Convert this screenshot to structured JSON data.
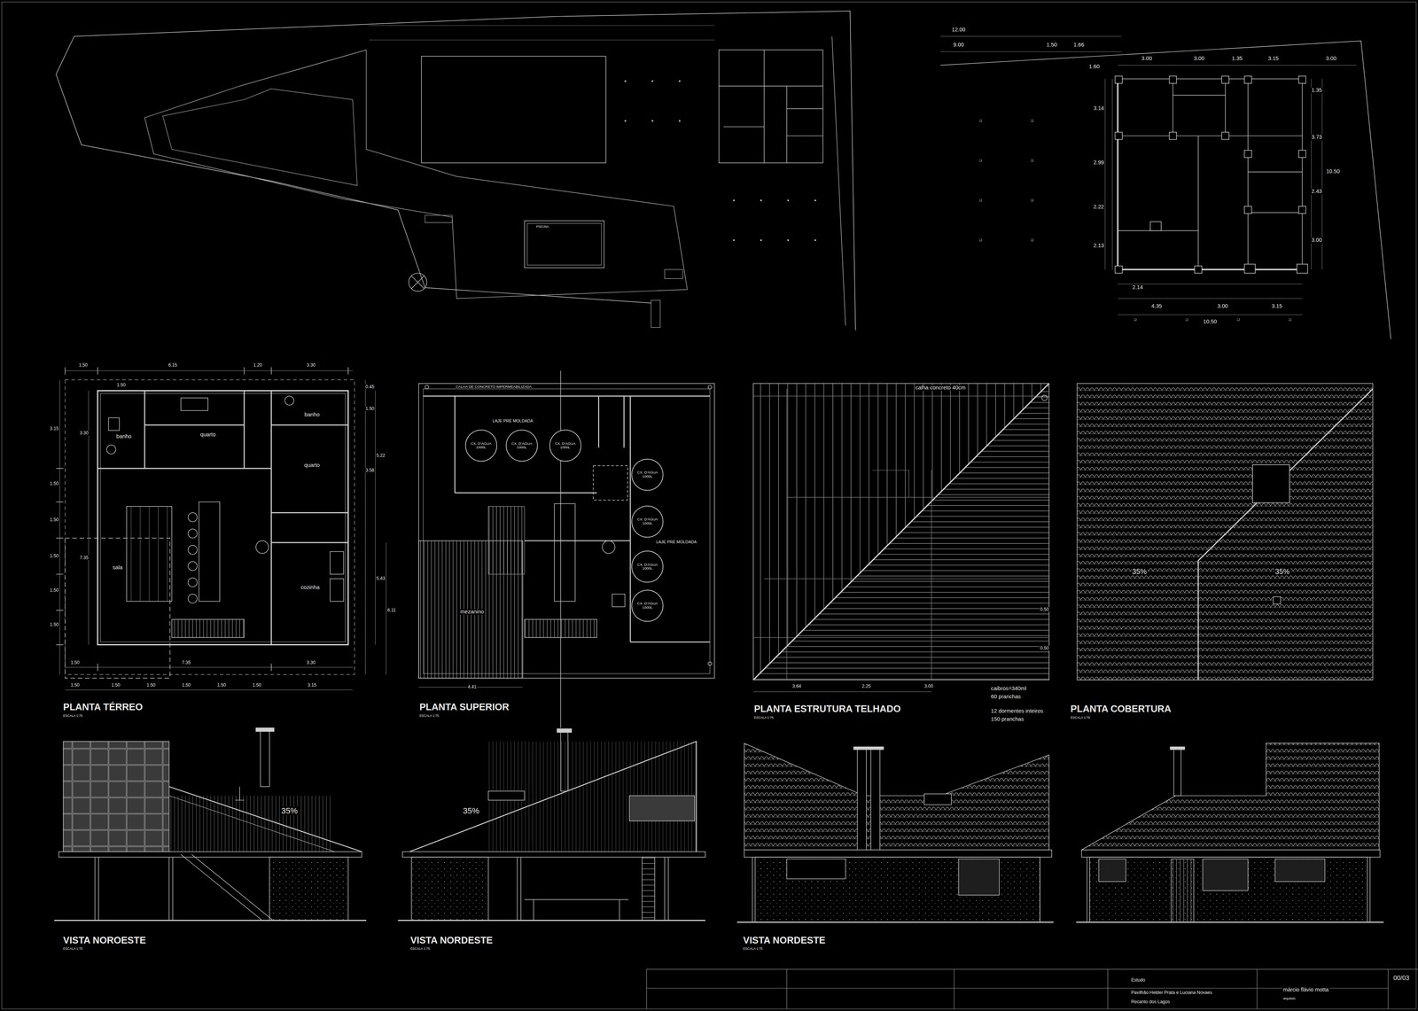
{
  "diagram": {
    "nodes": [
      {
        "text": [
          "CX. D'ÁGUA",
          "1000L"
        ]
      },
      {
        "text": [
          "CX. D'ÁGUA",
          "1000L"
        ]
      },
      {
        "text": [
          "CX. D'ÁGUA",
          "1000L"
        ]
      },
      {
        "text": [
          "CX. D'ÁGUA",
          "1000L"
        ]
      },
      {
        "text": [
          "CX. D'ÁGUA",
          "1000L"
        ]
      },
      {
        "text": [
          "CX. D'ÁGUA",
          "1000L"
        ]
      },
      {
        "text": [
          "CX. D'ÁGUA",
          "1000L"
        ]
      }
    ],
    "labels": [
      "PLANTA TÉRREO",
      "ESCALA 1:75",
      "PLANTA SUPERIOR",
      "ESCALA 1:75",
      "PLANTA ESTRUTURA TELHADO",
      "ESCALA 1:75",
      "PLANTA COBERTURA",
      "ESCALA 1:75",
      "VISTA NOROESTE",
      "ESCALA 1:75",
      "VISTA NORDESTE",
      "ESCALA 1:75",
      "VISTA NORDESTE",
      "ESCALA 1:75",
      "banho",
      "quarto",
      "banho",
      "quarto",
      "sala",
      "cozinha",
      "mezanino",
      "LAJE PRÉ MOLDADA",
      "LAJE PRÉ MOLDADA",
      "CALHA DE CONCRETO IMPERMEABILIZADA",
      "calha concreto 40cm",
      "caibros=340ml",
      "60 pranchas",
      "12 dormentes inteiros",
      "150 pranchas",
      "35%",
      "35%",
      "35%",
      "35%",
      "1.50",
      "6.15",
      "1.20",
      "3.30",
      "1.50",
      "1.50",
      "7.35",
      "3.30",
      "1.50",
      "1.50",
      "1.50",
      "1.50",
      "1.50",
      "1.50",
      "3.15",
      "3.15",
      "1.50",
      "1.50",
      "1.50",
      "1.50",
      "1.50",
      "7.35",
      "3.30",
      "0.45",
      "1.50",
      "3.58",
      "5.22",
      "5.43",
      "6.11",
      "4.41",
      "3.64",
      "2.25",
      "3.00",
      "0.50",
      "0.50",
      "12.00",
      "9.00",
      "1.50",
      "1.66",
      "3.00",
      "3.00",
      "1.35",
      "3.15",
      "3.00",
      "1.60",
      "3.14",
      "2.99",
      "2.22",
      "2.13",
      "1.35",
      "3.73",
      "10.50",
      "2.43",
      "3.00",
      "2.14",
      "4.35",
      "3.00",
      "3.15",
      "10.50",
      "PISCINA",
      "Estudo",
      "Pavilhão Helder Prata e Luciana Novaes",
      "Recanto dos Lagos",
      "márcio flávio motta",
      "arquiteto",
      "00/03"
    ]
  }
}
